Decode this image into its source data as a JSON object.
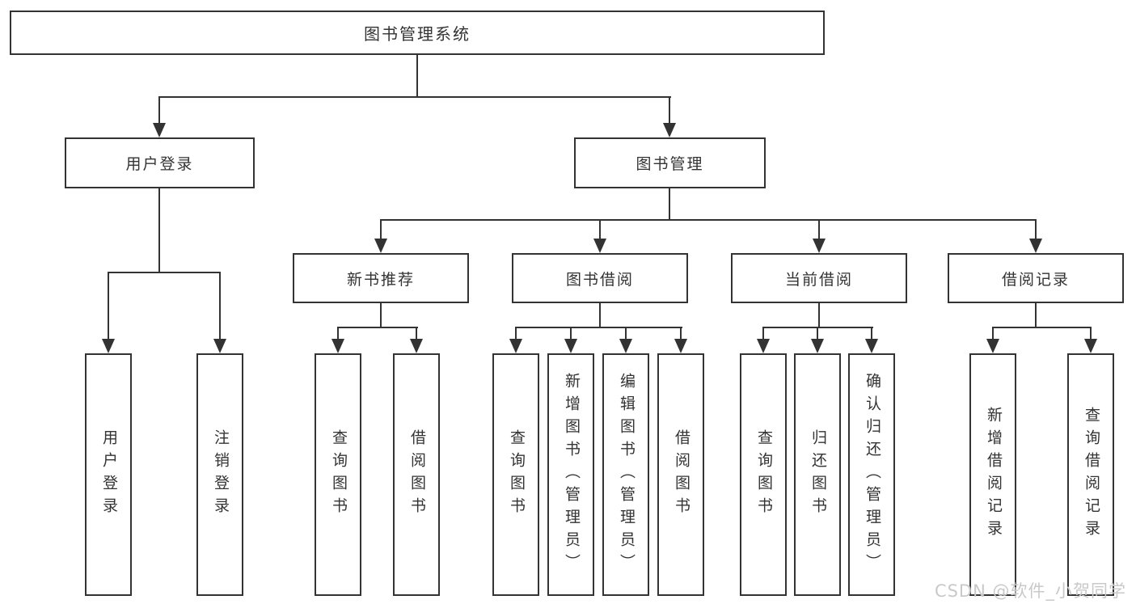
{
  "diagram": {
    "title": "图书管理系统",
    "branches": [
      {
        "label": "用户登录",
        "children": [
          {
            "label": "用户登录"
          },
          {
            "label": "注销登录"
          }
        ]
      },
      {
        "label": "图书管理",
        "children": [
          {
            "label": "新书推荐",
            "children": [
              {
                "label": "查询图书"
              },
              {
                "label": "借阅图书"
              }
            ]
          },
          {
            "label": "图书借阅",
            "children": [
              {
                "label": "查询图书"
              },
              {
                "label": "新增图书（管理员）"
              },
              {
                "label": "编辑图书（管理员）"
              },
              {
                "label": "借阅图书"
              }
            ]
          },
          {
            "label": "当前借阅",
            "children": [
              {
                "label": "查询图书"
              },
              {
                "label": "归还图书"
              },
              {
                "label": "确认归还（管理员）"
              }
            ]
          },
          {
            "label": "借阅记录",
            "children": [
              {
                "label": "新增借阅记录"
              },
              {
                "label": "查询借阅记录"
              }
            ]
          }
        ]
      }
    ]
  },
  "watermark": "CSDN @软件_小贺同学",
  "colors": {
    "line": "#333333",
    "text": "#333333",
    "background": "#ffffff",
    "watermark": "#c9c9c9"
  }
}
